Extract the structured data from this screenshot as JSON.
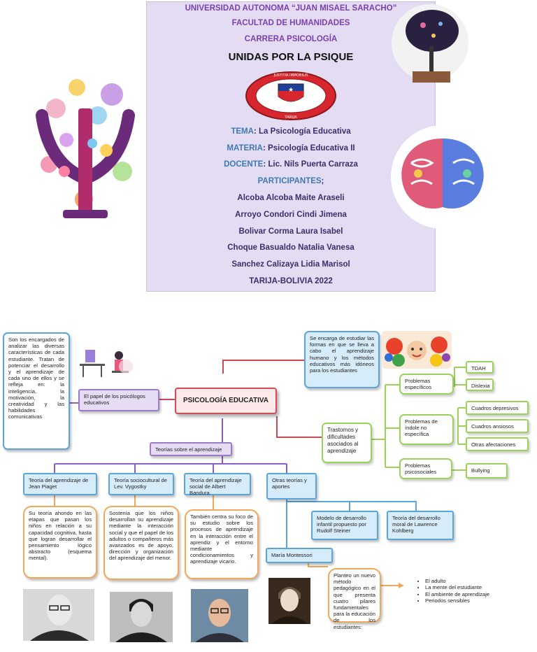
{
  "cover": {
    "university": "UNIVERSIDAD AUTONOMA “JUAN MISAEL SARACHO”",
    "faculty": "FACULTAD DE HUMANIDADES",
    "career": "CARRERA PSICOLOGÍA",
    "group": "UNIDAS POR LA PSIQUE",
    "crest_text_top": "JUSTITIA IMMOBILIS",
    "crest_text_bottom": "TARIJA",
    "tema_label": "TEMA",
    "tema_value": ": La Psicología Educativa",
    "materia_label": "MATERIA",
    "materia_value": ": Psicología Educativa II",
    "docente_label": "DOCENTE",
    "docente_value": ": Lic. Nils Puerta Carraza",
    "participantes_label": "PARTICIPANTES",
    "participantes_sep": ";",
    "participants": [
      "Alcoba Alcoba  Maite Araseli",
      "Arroyo Condori Cindi Jimena",
      "Bolivar Corma Laura Isabel",
      "Choque Basualdo Natalia Vanesa",
      "Sanchez Calizaya Lidia Marisol"
    ],
    "place_year": "TARIJA-BOLIVIA 2022"
  },
  "map": {
    "center": "PSICOLOGÍA EDUCATIVA",
    "psychologists_desc": "Son los encargados de analizar las diversas características de cada estudiante. Tratan de potenciar el desarrollo y el aprendizaje de cada uno de ellos y se refleja en: la inteligencia, la motivación, la creatividad y las habilidades comunicativas",
    "role": "El papel de los psicólogos educativos",
    "definition": "Se encarga de estudiar las formas en que se lleva a cabo el aprendizaje humano y los métodos educativos más idóneos para los estudiantes",
    "disorders": "Trastornos y dificultades asociados al aprendizaje",
    "specific": "Problemas específicos",
    "tdah": "TDAH",
    "dislexia": "Dislexia",
    "nonspecific": "Problemas de índole no específica",
    "depressive": "Cuadros depresivos",
    "anxious": "Cuadros ansiosos",
    "other_affect": "Otras afectaciones",
    "psychosocial": "Problemas psicosociales",
    "bullying": "Bullying",
    "theories": "Teorías sobre el aprendizaje",
    "piaget": "Teoría del aprendizaje de Jean Piaget",
    "vygotsky": "Teoría sociocultural de Lev. Vygostky",
    "bandura": "Teoría del aprendizaje social de Albert Bandura",
    "others": "Otras teorías y aportes",
    "piaget_desc": "Su teoría ahondo en las etapas que pasan los niños en relación a su capacidad cognitiva, hasta que logran desarrollar el pensamiento lógico abstracto (esquema mental).",
    "vygotsky_desc": "Sostenía que los niños desarrollan su aprendizaje mediante la interacción social y que el papel de los adultos o compañeros más avanzados es de apoyo, dirección y organización del aprendizaje del menor.",
    "bandura_desc": "También centra su foco de su estudio sobre los procesos de aprendizaje en la interacción entre el aprendiz y el entorno mediante condicionamientos y aprendizaje vicario.",
    "steiner": "Modelo de desarrollo infantil propuesto por Rudolf Steiner",
    "kohlberg": "Teoría del desarrollo moral de Lawrence Kohlberg",
    "montessori": "María Montessori",
    "montessori_desc": "Planteo un nuevo método pedagógico en el que presenta cuatro pilares fundamentales para la educación de los estudiantes:",
    "pillars": [
      "El adulto",
      "La mente del estudiante",
      "El ambiente de aprendizaje",
      "Periodos sensibles"
    ]
  },
  "colors": {
    "cover_bg": "#e4dcf3",
    "title_purple": "#7a3fb0",
    "label_blue": "#3f79b5",
    "center_border": "#d94a55",
    "blue_border": "#5aa6dc",
    "green_border": "#9bd35a",
    "orange_border": "#f2a85a"
  }
}
